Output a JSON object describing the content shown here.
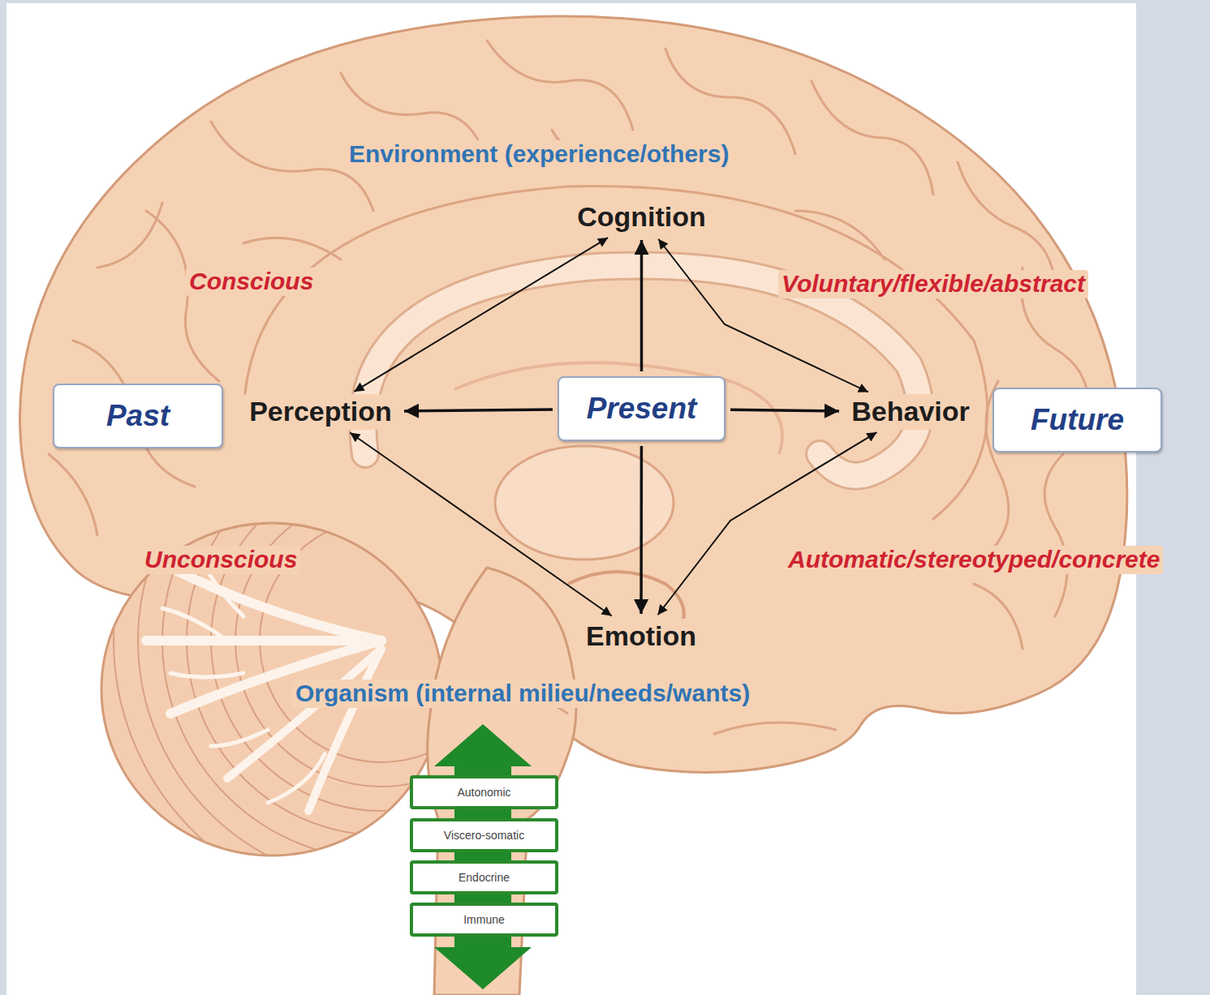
{
  "diagram": {
    "nodes": [
      {
        "text": [
          "Cognition"
        ]
      },
      {
        "text": [
          "Past"
        ]
      },
      {
        "text": [
          "Perception"
        ]
      },
      {
        "text": [
          "Present"
        ]
      },
      {
        "text": [
          "Behavior"
        ]
      },
      {
        "text": [
          "Future"
        ]
      },
      {
        "text": [
          "Emotion"
        ]
      },
      {
        "text": [
          "Autonomic"
        ]
      },
      {
        "text": [
          "Viscero-somatic"
        ]
      },
      {
        "text": [
          "Endocrine"
        ]
      },
      {
        "text": [
          "Immune"
        ]
      }
    ],
    "edges": [
      {
        "from": 3,
        "to": 2,
        "arrow": "to"
      },
      {
        "from": 3,
        "to": 4,
        "arrow": "to"
      },
      {
        "from": 3,
        "to": 0,
        "arrow": "to"
      },
      {
        "from": 3,
        "to": 6,
        "arrow": "to"
      },
      {
        "from": 2,
        "to": 0,
        "arrow": "both"
      },
      {
        "from": 0,
        "to": 4,
        "arrow": "both"
      },
      {
        "from": 2,
        "to": 6,
        "arrow": "both"
      },
      {
        "from": 6,
        "to": 4,
        "arrow": "both"
      }
    ],
    "labels": [
      "Environment (experience/others)",
      "Conscious",
      "Voluntary/flexible/abstract",
      "Unconscious",
      "Automatic/stereotyped/concrete",
      "Organism (internal milieu/needs/wants)"
    ]
  }
}
